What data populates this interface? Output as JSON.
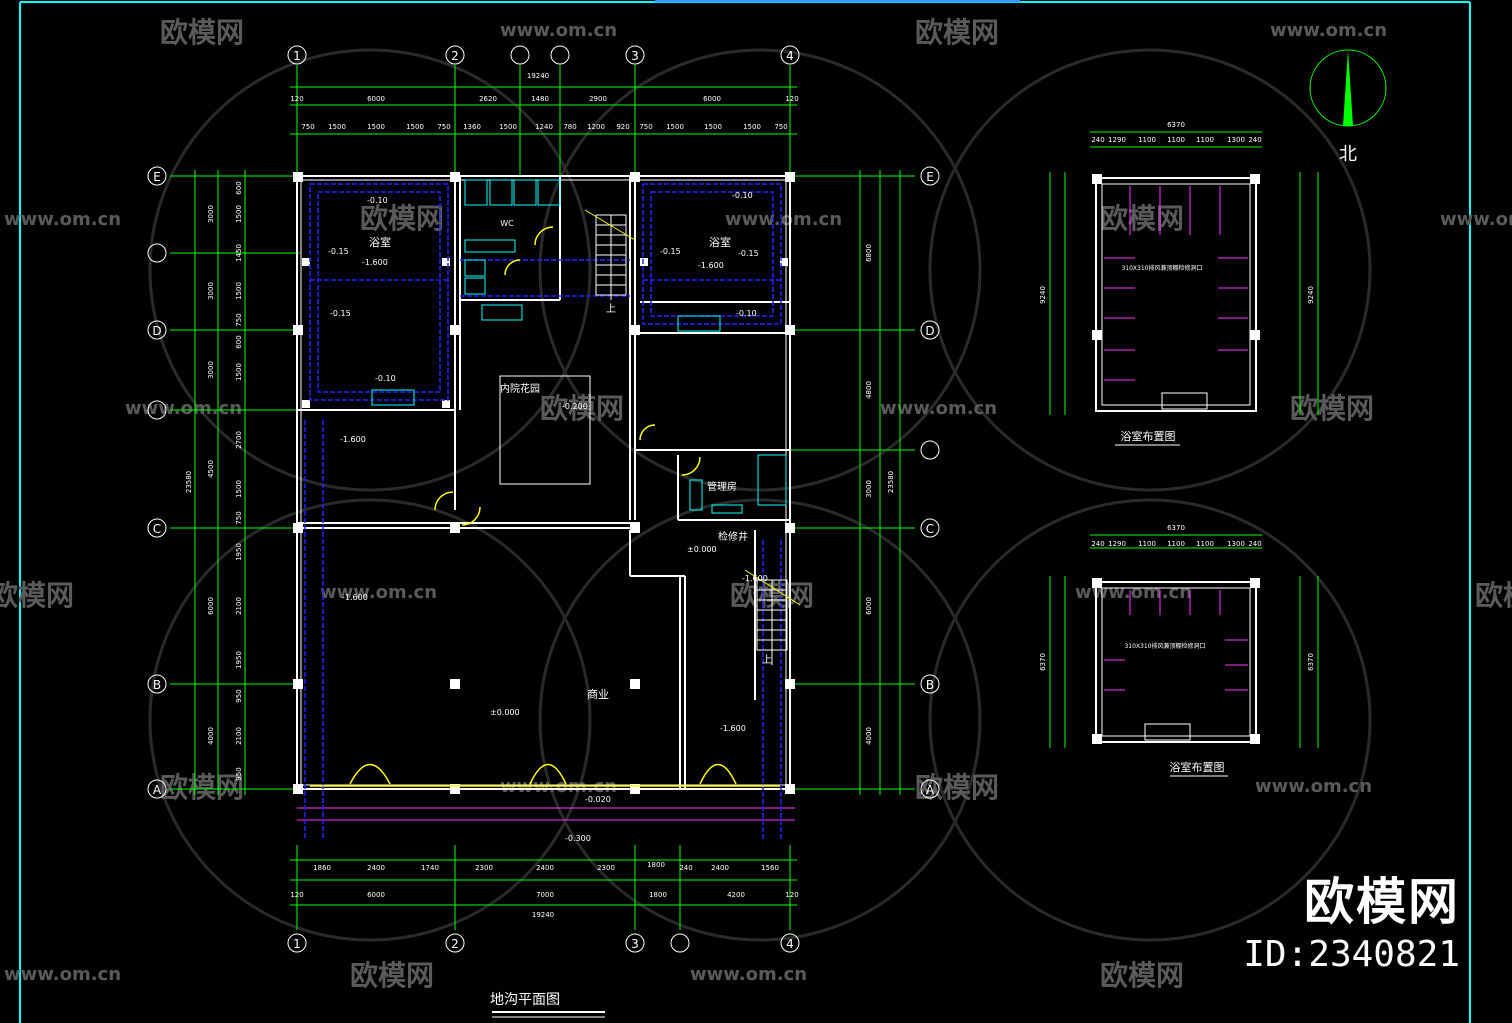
{
  "colors": {
    "grid": "#00ff00",
    "wall": "#ffffff",
    "blue": "#2222ff",
    "cyan": "#00ffff",
    "magenta": "#ff33ff",
    "yellow": "#ffff00",
    "frame": "#00ffff"
  },
  "watermark": {
    "brand": "欧模网",
    "url": "www.om.cn",
    "id": "ID:2340821"
  },
  "main": {
    "title": "地沟平面图",
    "axes_col": [
      "1",
      "2",
      "3",
      "4"
    ],
    "axes_row": [
      "E",
      "D",
      "C",
      "B",
      "A"
    ],
    "top_total": "19240",
    "top_dims": [
      "120",
      "6000",
      "2620",
      "1480",
      "2900",
      "6000",
      "120"
    ],
    "top_sub": [
      "750",
      "1500",
      "1500",
      "1500",
      "750",
      "1360",
      "1500",
      "1240",
      "780",
      "1200",
      "920",
      "750",
      "1500",
      "1500",
      "1500",
      "750"
    ],
    "bot_sub": [
      "1860",
      "2400",
      "1740",
      "2300",
      "2400",
      "2300",
      "1800",
      "240",
      "2400",
      "1560"
    ],
    "bot_dims": [
      "120",
      "6000",
      "7000",
      "1800",
      "4200",
      "120"
    ],
    "bot_total": "19240",
    "left_total": "23580",
    "left_dims": [
      "3000",
      "3000",
      "3000",
      "4500",
      "6000",
      "4000"
    ],
    "left_sub": [
      "600",
      "1500",
      "1450",
      "1500",
      "750",
      "600",
      "1500",
      "2700",
      "1500",
      "750",
      "1950",
      "2100",
      "1950",
      "950",
      "2100",
      "950"
    ],
    "right_dims": [
      "6800",
      "4800",
      "3000",
      "6000",
      "4000"
    ],
    "right_total": "23580",
    "rooms": {
      "bath_left": "浴室",
      "bath_right": "浴室",
      "wc": "WC",
      "garden": "内院花园",
      "office": "管理房",
      "shaft": "检修井",
      "shop": "商业"
    },
    "levels": [
      "-0.10",
      "-0.15",
      "-1.600",
      "-0.15",
      "-0.10",
      "-1.600",
      "-0.10",
      "-0.15",
      "-1.600",
      "-0.15",
      "-0.10",
      "-1.600",
      "-1.600",
      "-1.600",
      "±0.000",
      "-0.020",
      "-0.300",
      "±0.000",
      "-0.200"
    ],
    "up": "上"
  },
  "detail1": {
    "title": "浴室布置图",
    "total": "6370",
    "dims": [
      "240",
      "1290",
      "1100",
      "1100",
      "1100",
      "1300",
      "240"
    ],
    "note": "310X310排风兼顶棚检修洞口",
    "side": "9240"
  },
  "detail2": {
    "title": "浴室布置图",
    "total": "6370",
    "dims": [
      "240",
      "1290",
      "1100",
      "1100",
      "1100",
      "1300",
      "240"
    ],
    "note": "310X310排风兼顶棚检修洞口",
    "side": "6370"
  },
  "north": "北"
}
